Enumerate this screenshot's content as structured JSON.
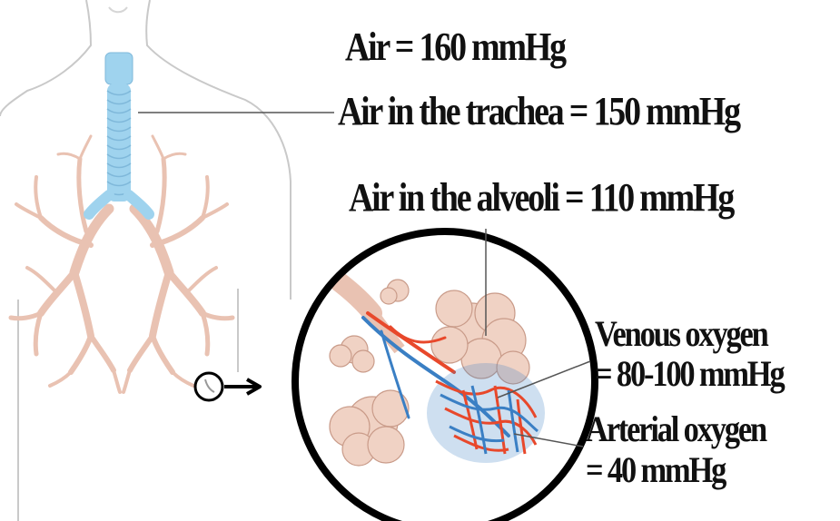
{
  "labels": {
    "air": "Air = 160 mmHg",
    "trachea": "Air in the trachea = 150 mmHg",
    "alveoli": "Air in the alveoli = 110 mmHg",
    "venous_line1": "Venous oxygen",
    "venous_line2": "= 80-100 mmHg",
    "arterial_line1": "Arterial oxygen",
    "arterial_line2": "= 40 mmHg"
  },
  "colors": {
    "trachea": "#9fd3ee",
    "bronchi": "#e9c2b2",
    "alveoli": "#f0d2c4",
    "vein": "#3a7fc4",
    "artery": "#e8482b",
    "outline": "#000000",
    "body_outline": "#c9c9c9"
  }
}
